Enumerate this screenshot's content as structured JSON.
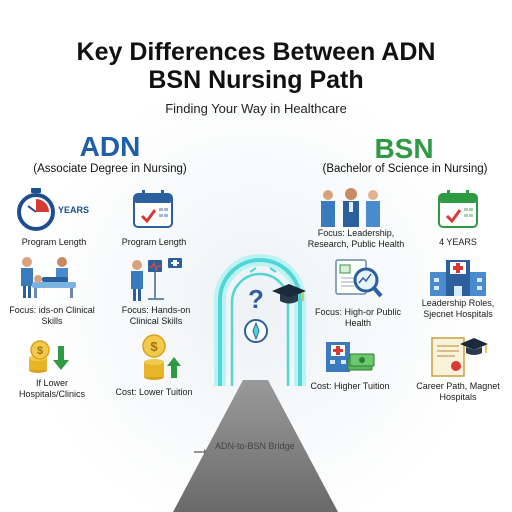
{
  "title_line1": "Key Differences Between ADN",
  "title_line2": "BSN Nursing Path",
  "subtitle": "Finding Your Way in Healthcare",
  "colors": {
    "adn": "#1f5fa8",
    "bsn": "#2f9a44",
    "accent_cyan": "#4fd6d6",
    "red": "#d63a32"
  },
  "adn": {
    "heading": "ADN",
    "subheading": "(Associate Degree in Nursing)",
    "years_text": "YEARS",
    "items": [
      {
        "icon": "stopwatch-icon",
        "label": "Program Length"
      },
      {
        "icon": "calendar-icon",
        "label": "Program Length"
      },
      {
        "icon": "nurse-patient-icon",
        "label": "Focus: ids-on Clinical Skills"
      },
      {
        "icon": "nurse-monitor-icon",
        "label": "Focus: Hands-on Clinical Skills"
      },
      {
        "icon": "coins-down-icon",
        "label": "If Lower Hospitals/Clinics"
      },
      {
        "icon": "coins-up-icon",
        "label": "Cost: Lower Tuition"
      }
    ]
  },
  "bsn": {
    "heading": "BSN",
    "subheading": "(Bachelor of Science in Nursing)",
    "items": [
      {
        "icon": "nurse-team-icon",
        "label": "Focus: Leadership, Research, Public Health"
      },
      {
        "icon": "calendar-icon",
        "label": "4 YEARS"
      },
      {
        "icon": "magnifier-chart-icon",
        "label": "Focus: High-or Public Health"
      },
      {
        "icon": "hospital-icon",
        "label": "Leadership Roles, Sjecnet Hospitals"
      },
      {
        "icon": "hospital-money-icon",
        "label": "Cost: Higher Tuition"
      },
      {
        "icon": "diploma-cap-icon",
        "label": "Career Path, Magnet Hospitals"
      }
    ]
  },
  "bridge_label": "ADN-to-BSN Bridge"
}
